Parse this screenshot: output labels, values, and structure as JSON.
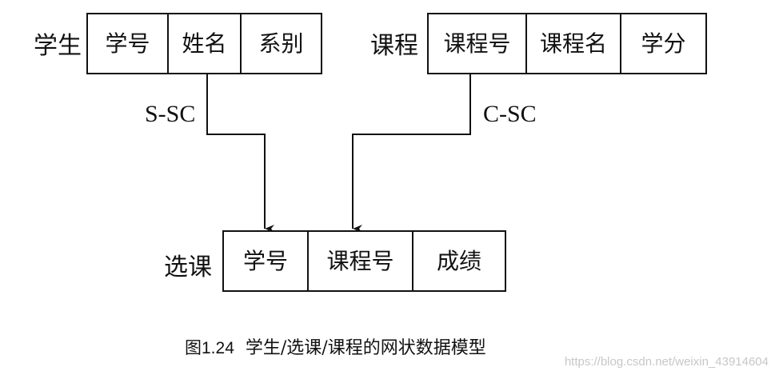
{
  "records": {
    "student": {
      "name": "学生",
      "fields": [
        "学号",
        "姓名",
        "系别"
      ]
    },
    "course": {
      "name": "课程",
      "fields": [
        "课程号",
        "课程名",
        "学分"
      ]
    },
    "enroll": {
      "name": "选课",
      "fields": [
        "学号",
        "课程号",
        "成绩"
      ]
    }
  },
  "links": {
    "s_sc": "S-SC",
    "c_sc": "C-SC"
  },
  "caption": {
    "figure_number": "图1.24",
    "title": "学生/选课/课程的网状数据模型"
  },
  "watermark": "https://blog.csdn.net/weixin_43914604"
}
